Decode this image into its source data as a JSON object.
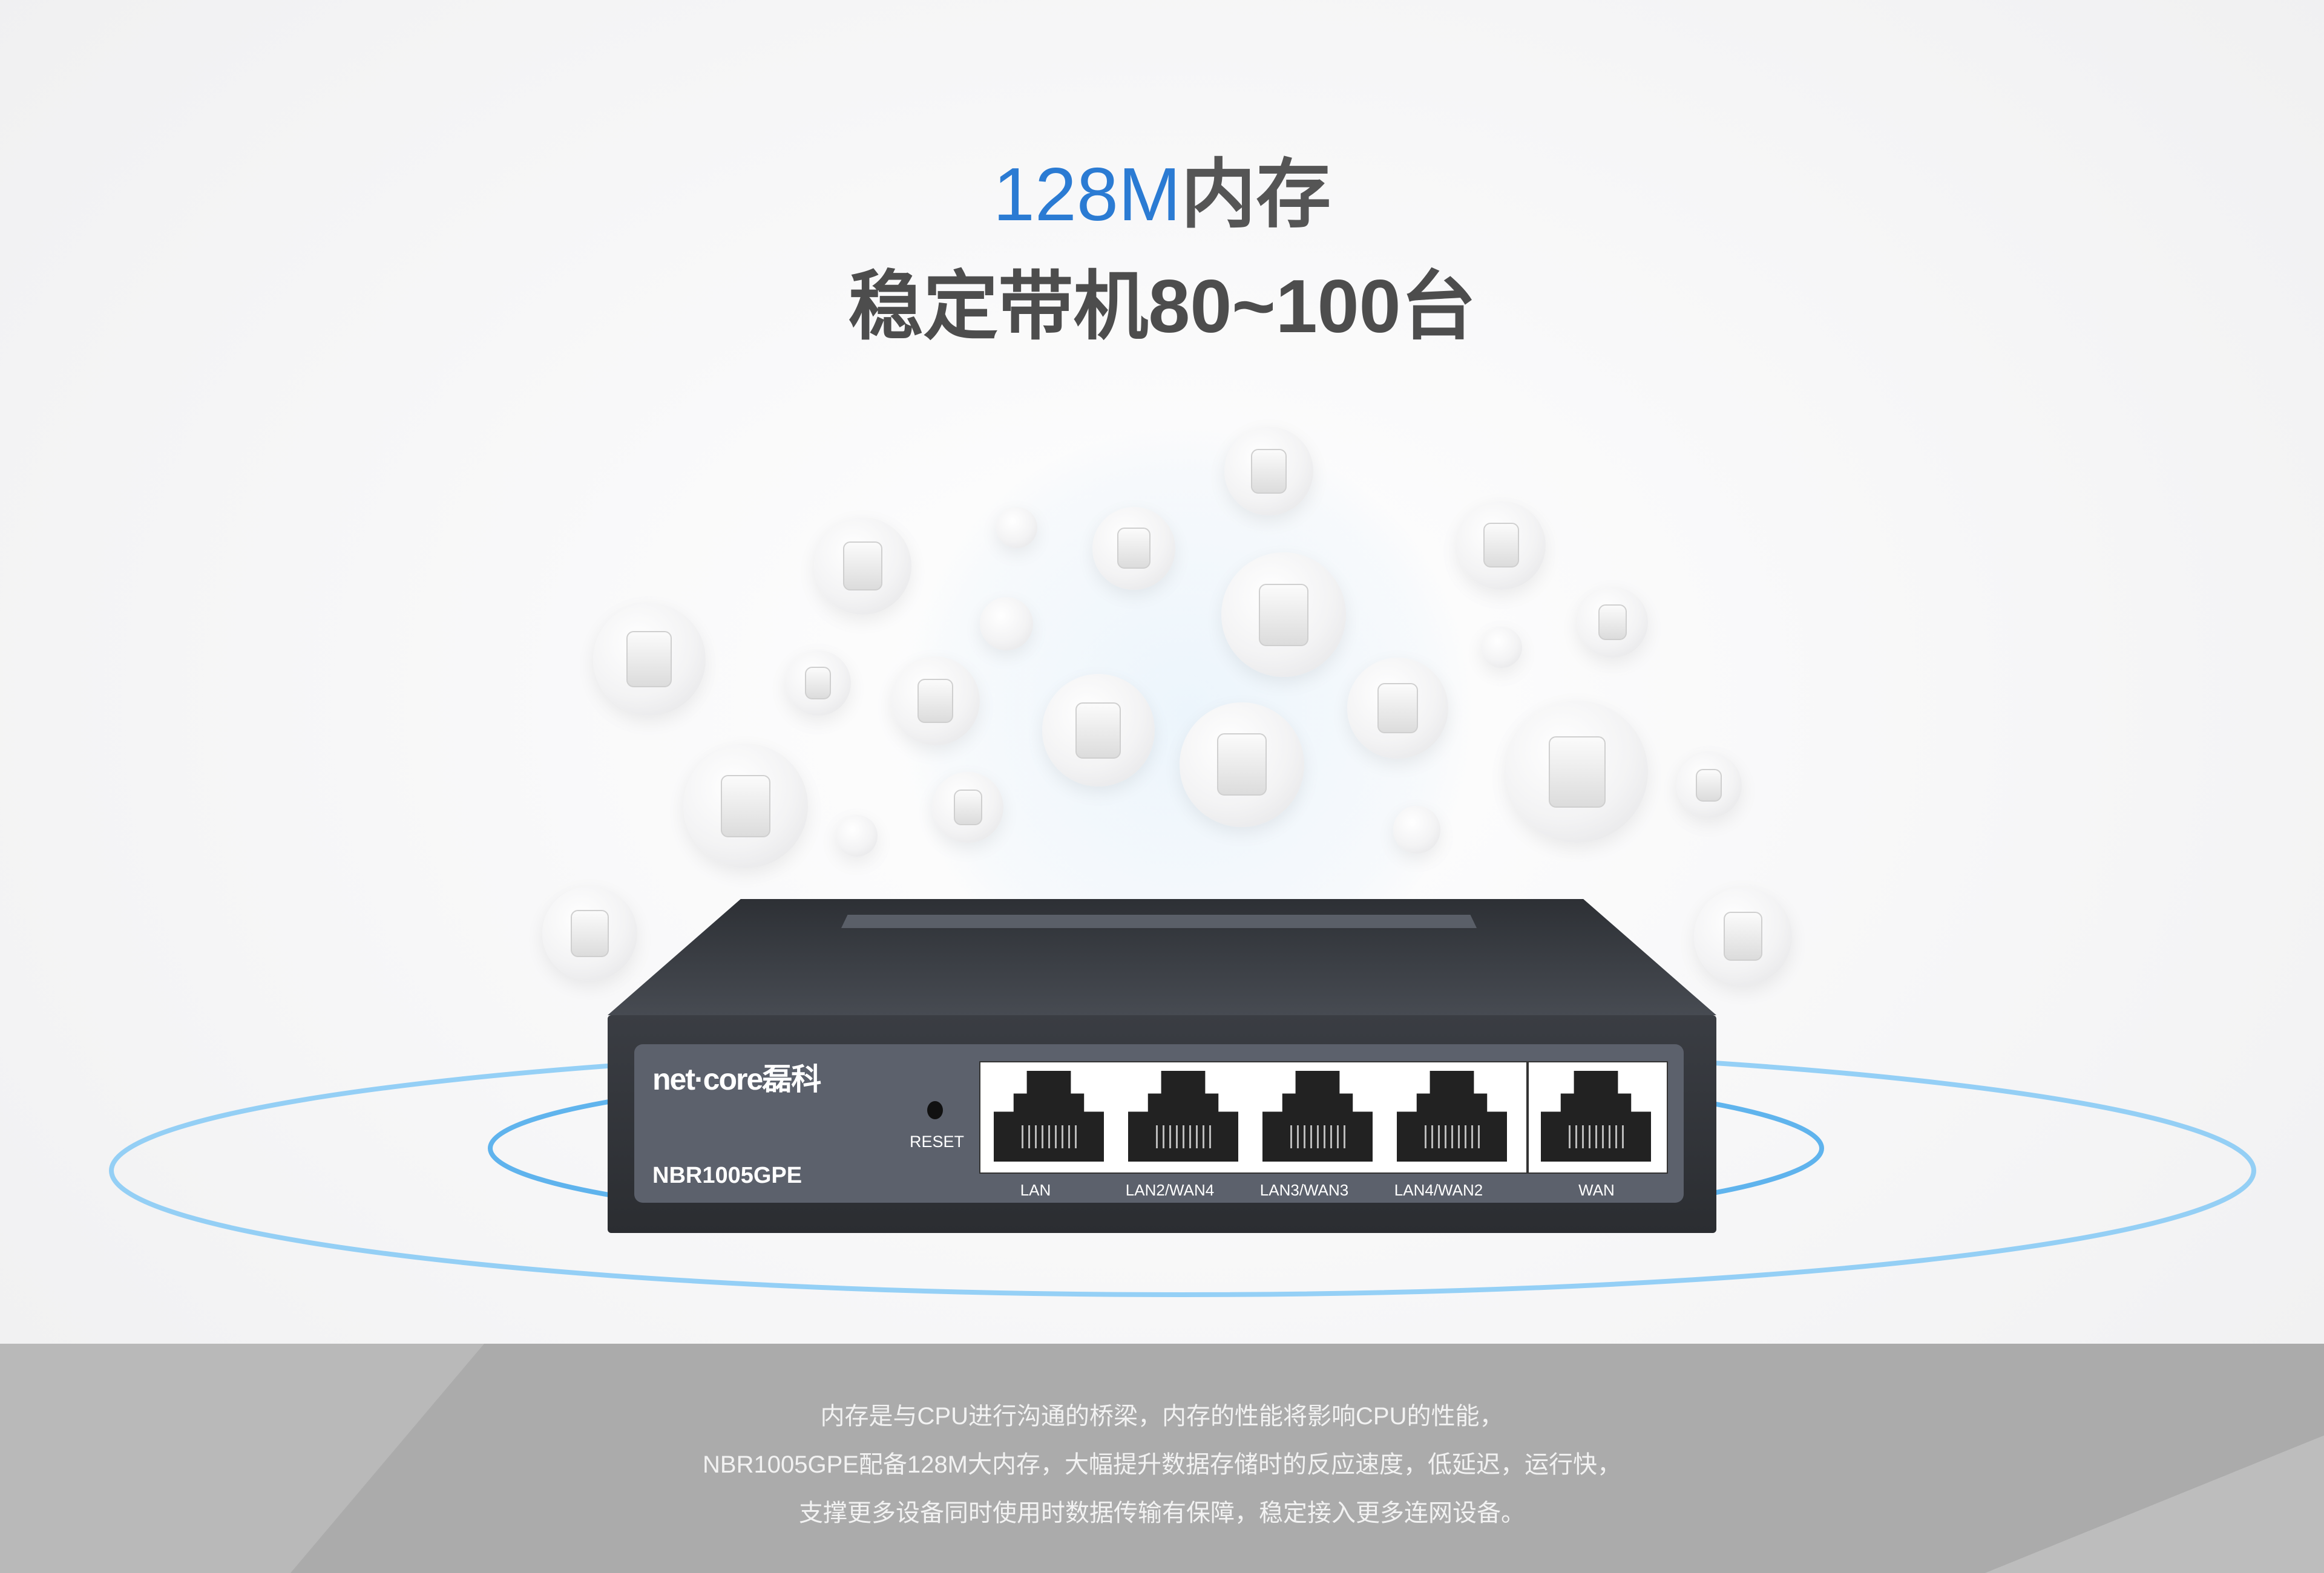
{
  "headline": {
    "highlight": "128M",
    "rest": "内存",
    "subtitle": "稳定带机80~100台"
  },
  "router": {
    "brand": "net·core磊科",
    "model": "NBR1005GPE",
    "reset_label": "RESET",
    "ports": [
      "LAN",
      "LAN2/WAN4",
      "LAN3/WAN3",
      "LAN4/WAN2",
      "WAN"
    ]
  },
  "description": [
    "内存是与CPU进行沟通的桥梁，内存的性能将影响CPU的性能，",
    "NBR1005GPE配备128M大内存，大幅提升数据存储时的反应速度，低延迟，运行快，",
    "支撑更多设备同时使用时数据传输有保障，稳定接入更多连网设备。"
  ],
  "colors": {
    "accent": "#2b7bd3",
    "ring": "#5ab4f0",
    "band": "#ababab"
  }
}
